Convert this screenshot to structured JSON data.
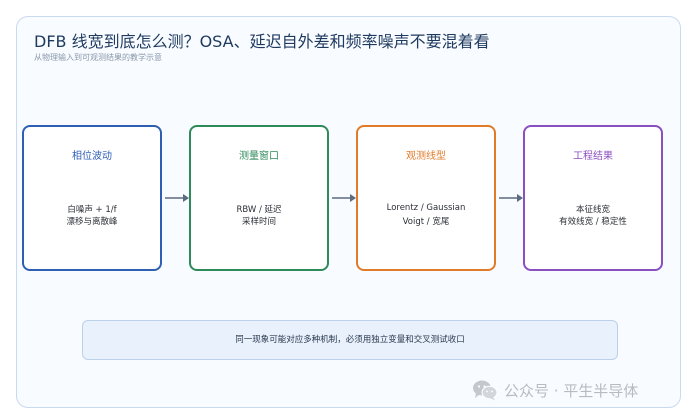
{
  "header": {
    "title": "DFB 线宽到底怎么测？OSA、延迟自外差和频率噪声不要混着看",
    "subtitle": "从物理输入到可观测结果的教学示意"
  },
  "boxes": [
    {
      "title": "相位波动",
      "line1": "白噪声 + 1/f",
      "line2": "漂移与离散峰",
      "color": "#2f5fb3"
    },
    {
      "title": "测量窗口",
      "line1": "RBW / 延迟",
      "line2": "采样时间",
      "color": "#2f8a5a"
    },
    {
      "title": "观测线型",
      "line1": "Lorentz / Gaussian",
      "line2": "Voigt / 宽尾",
      "color": "#e07b2a"
    },
    {
      "title": "工程结果",
      "line1": "本征线宽",
      "line2": "有效线宽 / 稳定性",
      "color": "#8a4fc0"
    }
  ],
  "note": "同一现象可能对应多种机制，必须用独立变量和交叉测试收口",
  "watermark": {
    "icon": "wechat-icon",
    "text": "公众号 · 平生半导体"
  },
  "colors": {
    "arrow": "#5c6b80",
    "title": "#1e3a5f"
  }
}
